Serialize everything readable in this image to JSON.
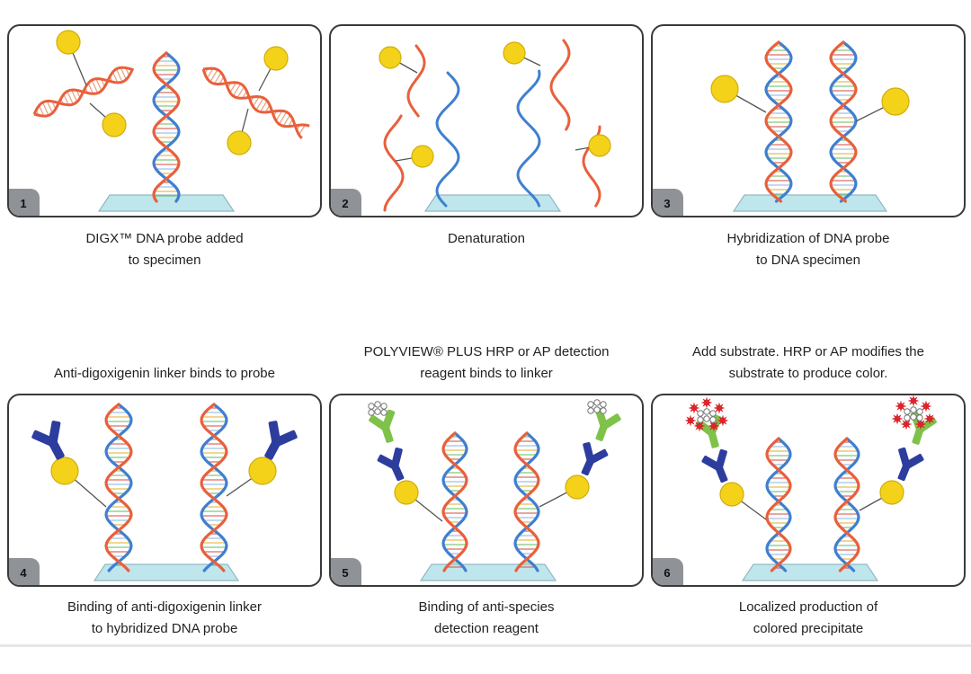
{
  "panels": [
    {
      "number": "1",
      "caption_below": "DIGX™ DNA probe added\nto specimen"
    },
    {
      "number": "2",
      "caption_below": "Denaturation"
    },
    {
      "number": "3",
      "caption_below": "Hybridization of DNA probe\nto DNA specimen"
    },
    {
      "number": "4",
      "caption_above": "Anti-digoxigenin linker binds to probe",
      "caption_below": "Binding of anti-digoxigenin linker\nto hybridized DNA probe"
    },
    {
      "number": "5",
      "caption_above": "POLYVIEW® PLUS HRP or AP detection\nreagent binds to linker",
      "caption_below": "Binding of anti-species\ndetection reagent"
    },
    {
      "number": "6",
      "caption_above": "Add substrate. HRP or AP modifies the\nsubstrate to produce color.",
      "caption_below": "Localized production of\ncolored precipitate"
    }
  ],
  "colors": {
    "blue_strand": "#3f7fd0",
    "red_strand": "#e8603c",
    "label_yellow": "#f5d21a",
    "slide": "#bfe6ec",
    "linker_antibody": "#2d3d9e",
    "detection_antibody": "#7fc24a",
    "precipitate": "#d9262c"
  },
  "icons": [
    "dna-helix",
    "digoxigenin-label",
    "glass-slide",
    "antibody-y-shape",
    "enzyme-cluster",
    "precipitate-star"
  ]
}
